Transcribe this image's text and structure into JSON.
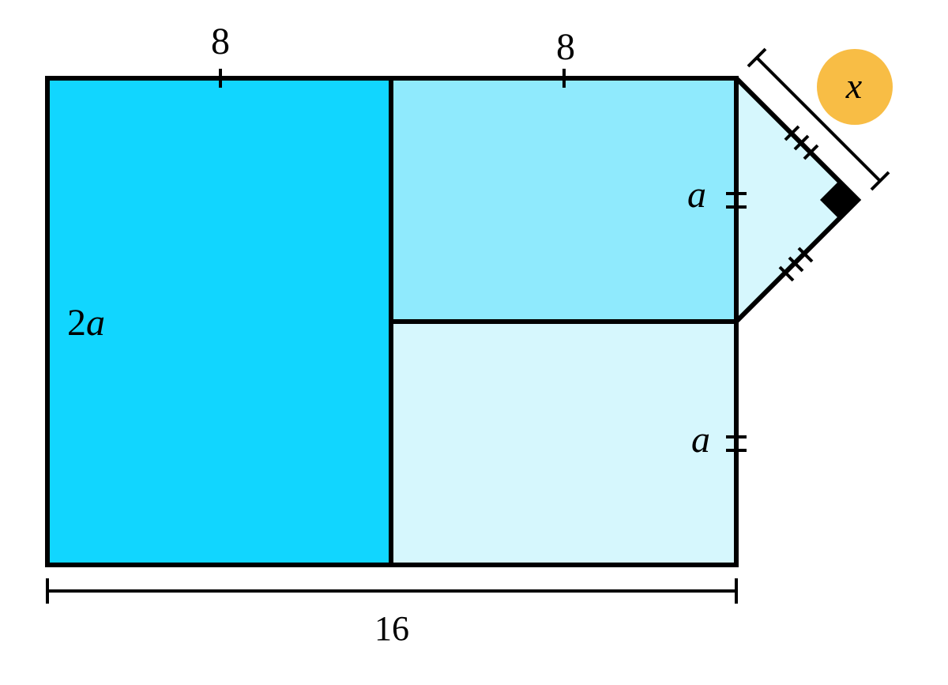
{
  "colors": {
    "dark_fill": "#11d6ff",
    "mid_fill": "#8feafd",
    "light_fill": "#d6f7fd",
    "stroke": "#000000",
    "answer_circle": "#f8bd45"
  },
  "labels": {
    "top_left_width": "8",
    "top_right_width": "8",
    "left_height_num": "2",
    "left_height_var": "a",
    "upper_right_height": "a",
    "lower_right_height": "a",
    "bottom_width": "16",
    "unknown": "x"
  }
}
